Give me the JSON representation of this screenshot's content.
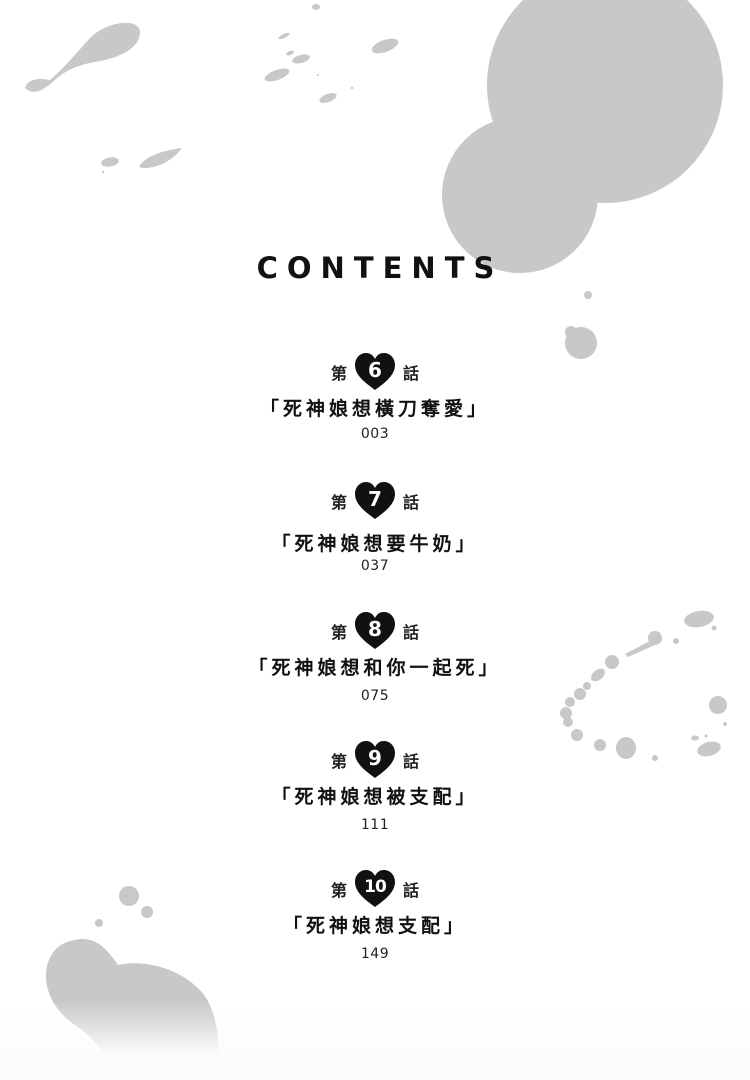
{
  "page": {
    "title": "CONTENTS"
  },
  "colors": {
    "text": "#111111",
    "splash": "#c8c8c8",
    "heart": "#111111",
    "heart_text": "#ffffff",
    "background": "#ffffff"
  },
  "decorations": {
    "icon": "ink-splash-icon",
    "color": "#c8c8c8"
  },
  "chapters": [
    {
      "prefix": "第",
      "number": "6",
      "suffix": "話",
      "badge_icon": "heart-icon",
      "title": "「死神娘想橫刀奪愛」",
      "page": "003"
    },
    {
      "prefix": "第",
      "number": "7",
      "suffix": "話",
      "badge_icon": "heart-icon",
      "title": "「死神娘想要牛奶」",
      "page": "037"
    },
    {
      "prefix": "第",
      "number": "8",
      "suffix": "話",
      "badge_icon": "heart-icon",
      "title": "「死神娘想和你一起死」",
      "page": "075"
    },
    {
      "prefix": "第",
      "number": "9",
      "suffix": "話",
      "badge_icon": "heart-icon",
      "title": "「死神娘想被支配」",
      "page": "111"
    },
    {
      "prefix": "第",
      "number": "10",
      "suffix": "話",
      "badge_icon": "heart-icon",
      "title": "「死神娘想支配」",
      "page": "149"
    }
  ]
}
